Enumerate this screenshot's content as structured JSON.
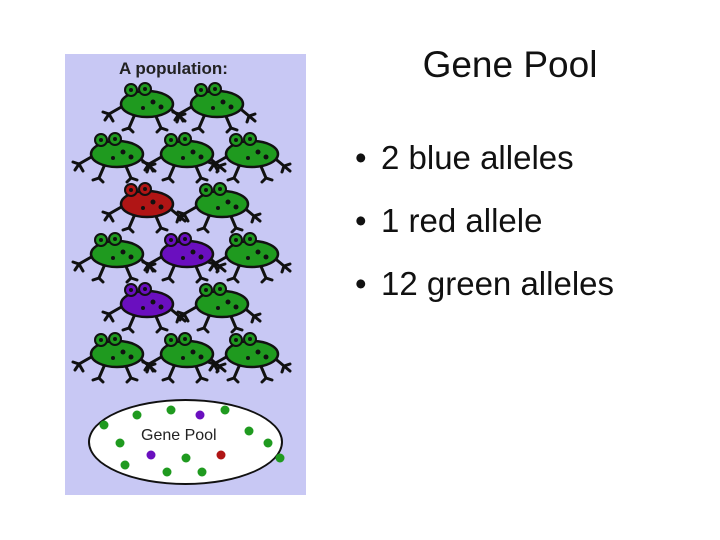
{
  "slide": {
    "title": "Gene Pool",
    "bullets": [
      {
        "bullet": "•",
        "text": "2 blue alleles"
      },
      {
        "bullet": "•",
        "text": "1 red allele"
      },
      {
        "bullet": "•",
        "text": "12 green alleles"
      }
    ]
  },
  "figure": {
    "title": "A population:",
    "pool_label": "Gene Pool",
    "frog_colors": [
      "green",
      "green",
      "green",
      "green",
      "green",
      "red",
      "green",
      "green",
      "blue",
      "green",
      "blue",
      "green",
      "green",
      "green",
      "green"
    ],
    "allele_colors": [
      "green",
      "green",
      "blue",
      "green",
      "green",
      "green",
      "green",
      "green",
      "green",
      "blue",
      "green",
      "green",
      "red",
      "green",
      "green"
    ]
  },
  "colors": {
    "green": "#1f9a1f",
    "blue": "#6a0fbf",
    "red": "#b01515",
    "background": "#c8c8f4"
  }
}
